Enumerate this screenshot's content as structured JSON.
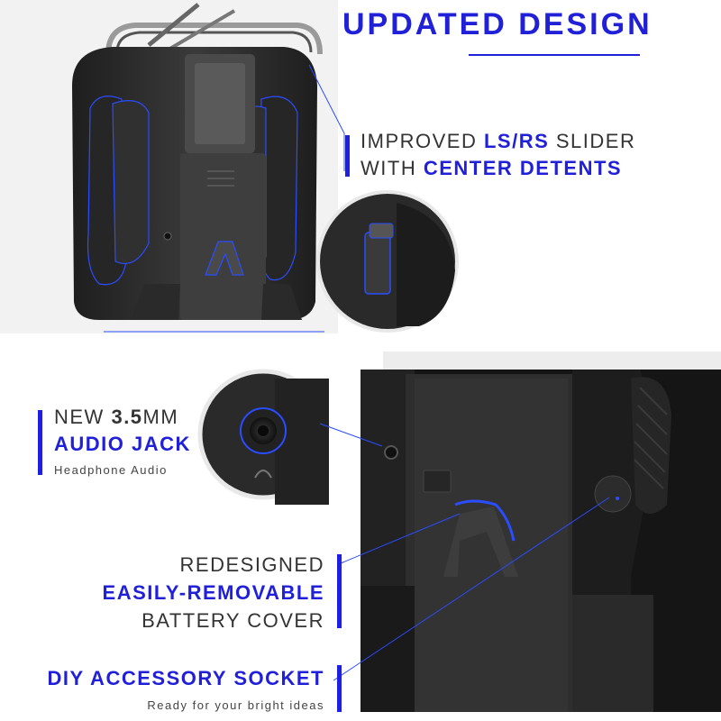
{
  "headline": "UPDATED DESIGN",
  "colors": {
    "accent": "#2020d8",
    "text": "#333333",
    "device": "#2b2b2b",
    "photo_bg": "#f2f2f2"
  },
  "features": {
    "slider": {
      "line1_prefix": "IMPROVED ",
      "line1_highlight": "LS/RS",
      "line1_suffix": " SLIDER",
      "line2_prefix": "WITH ",
      "line2_highlight": "CENTER DETENTS"
    },
    "audio": {
      "line1_prefix": "NEW ",
      "line1_bold": "3.5",
      "line1_suffix": "MM",
      "line2": "AUDIO JACK",
      "subtitle": "Headphone Audio"
    },
    "battery": {
      "line1": "REDESIGNED",
      "line2": "EASILY-REMOVABLE",
      "line3": "BATTERY COVER"
    },
    "socket": {
      "title": "DIY ACCESSORY SOCKET",
      "subtitle": "Ready for your bright ideas"
    }
  }
}
